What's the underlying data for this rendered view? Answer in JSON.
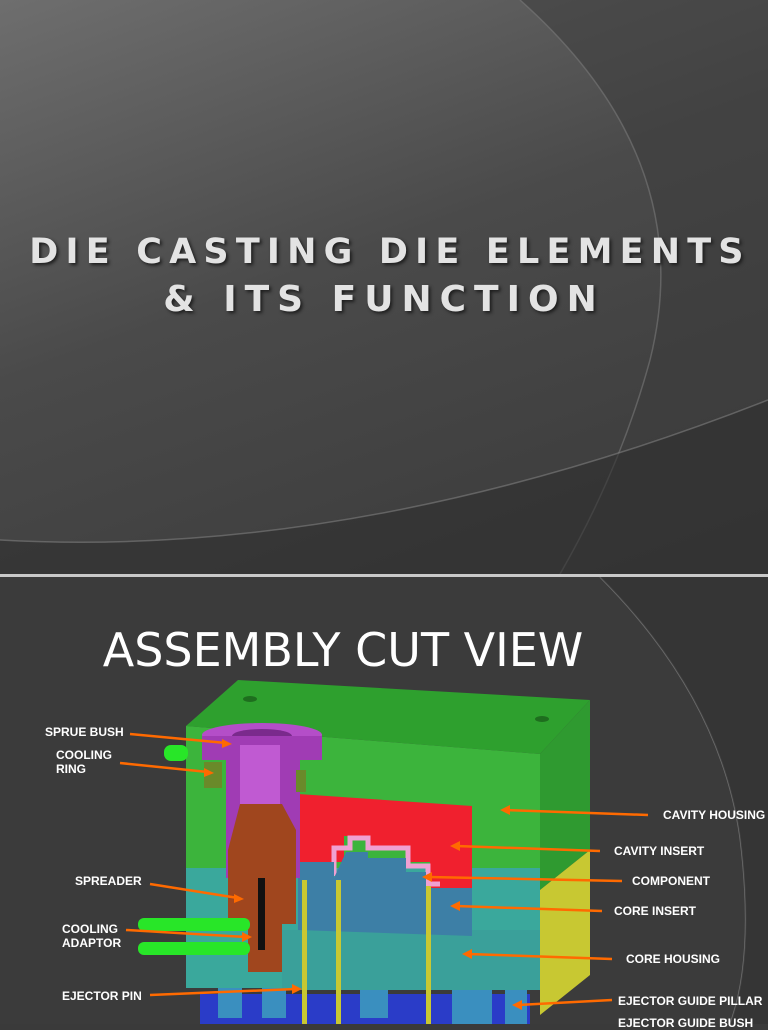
{
  "slides": [
    {
      "title_lines": [
        "DIE CASTING DIE ELEMENTS",
        "& ITS FUNCTION"
      ]
    },
    {
      "heading": "ASSEMBLY CUT VIEW",
      "callouts": {
        "sprue_bush": "SPRUE BUSH",
        "cooling_ring_1": "COOLING",
        "cooling_ring_2": "RING",
        "spreader": "SPREADER",
        "cooling_adaptor_1": "COOLING",
        "cooling_adaptor_2": "ADAPTOR",
        "ejector_pin": "EJECTOR PIN",
        "cavity_housing": "CAVITY HOUSING",
        "cavity_insert": "CAVITY INSERT",
        "component": "COMPONENT",
        "core_insert": "CORE INSERT",
        "core_housing": "CORE HOUSING",
        "ejector_guide_pillar": "EJECTOR GUIDE PILLAR",
        "ejector_guide_bush": "EJECTOR GUIDE BUSH"
      }
    }
  ],
  "colors": {
    "title": "#e3e3e3",
    "callout_text": "#ffffff",
    "arrow": "#ff6a00",
    "cavity_housing": "#3cb43c",
    "cavity_insert": "#f0202e",
    "core_insert": "#3d7fa6",
    "core_housing": "#3aa89c",
    "sprue_bush": "#a03cb4",
    "spreader": "#a0461e",
    "ejector_pin": "#c8c832",
    "cooling_adaptor": "#28e628",
    "ejector_plate": "#2a3cc8",
    "component": "#f0a0d2"
  }
}
